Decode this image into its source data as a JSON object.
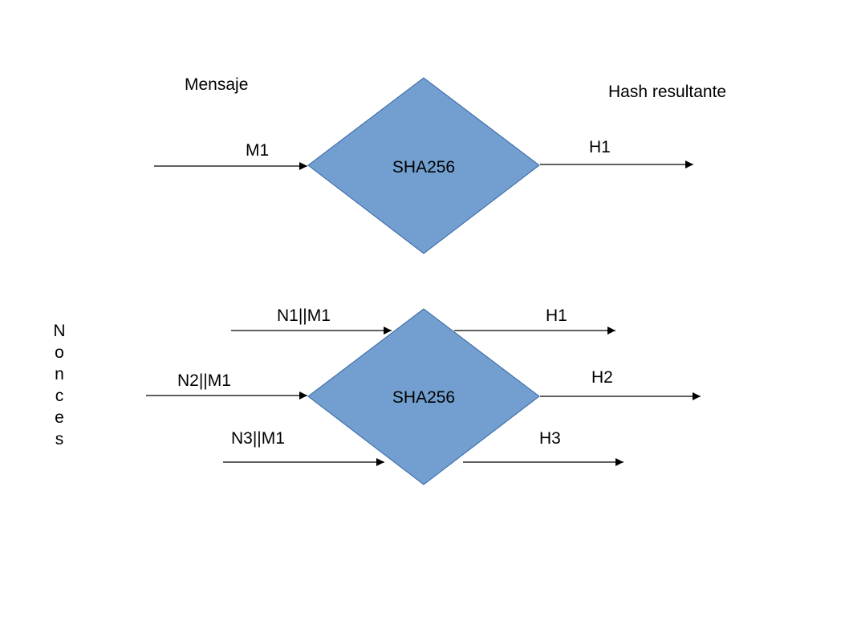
{
  "colors": {
    "diamond_fill": "#729fcf",
    "diamond_stroke": "#3465a4",
    "arrow": "#000000",
    "text": "#000000"
  },
  "top": {
    "message_label": "Mensaje",
    "result_label": "Hash resultante",
    "input_label": "M1",
    "function_label": "SHA256",
    "output_label": "H1"
  },
  "bottom": {
    "nonces_label": "Nonces",
    "function_label": "SHA256",
    "inputs": [
      "N1||M1",
      "N2||M1",
      "N3||M1"
    ],
    "outputs": [
      "H1",
      "H2",
      "H3"
    ]
  }
}
